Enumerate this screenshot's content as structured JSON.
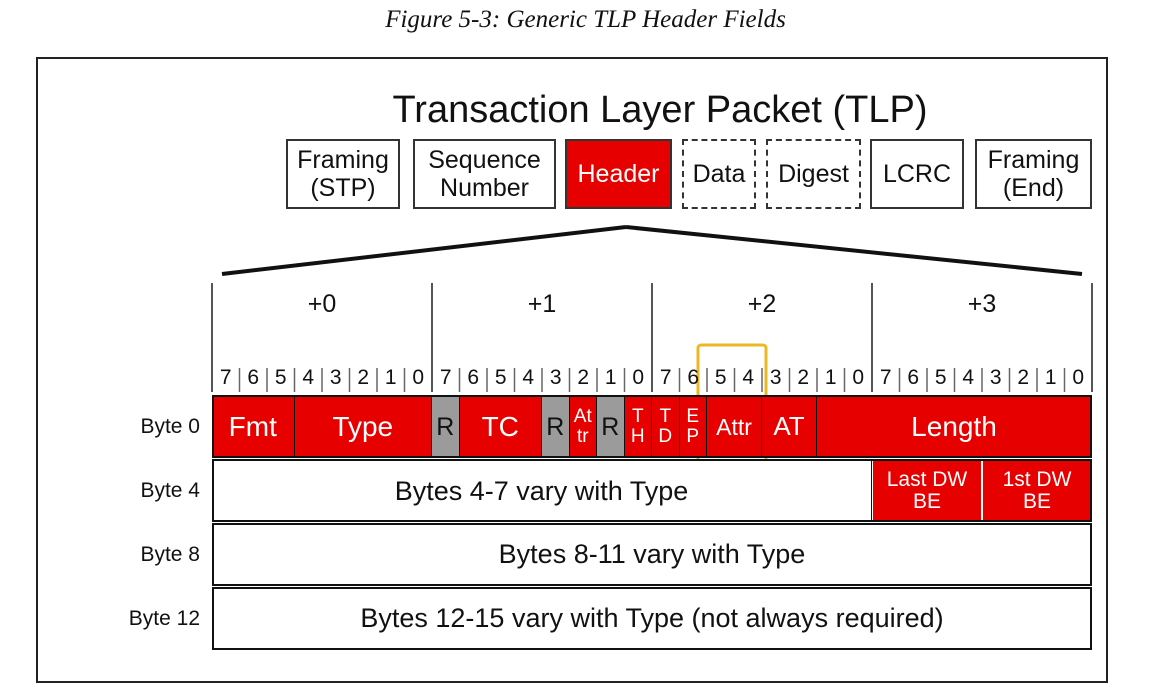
{
  "caption": "Figure 5-3: Generic TLP Header Fields",
  "title": "Transaction Layer Packet (TLP)",
  "packet_segments": [
    {
      "label": "Framing\n(STP)",
      "style": "solid"
    },
    {
      "label": "Sequence\nNumber",
      "style": "solid"
    },
    {
      "label": "Header",
      "style": "highlight"
    },
    {
      "label": "Data",
      "style": "dashed"
    },
    {
      "label": "Digest",
      "style": "dashed"
    },
    {
      "label": "LCRC",
      "style": "solid"
    },
    {
      "label": "Framing\n(End)",
      "style": "solid"
    }
  ],
  "byte_offsets": [
    "+0",
    "+1",
    "+2",
    "+3"
  ],
  "bit_labels": [
    "7",
    "6",
    "5",
    "4",
    "3",
    "2",
    "1",
    "0"
  ],
  "row_labels": [
    "Byte 0",
    "Byte 4",
    "Byte 8",
    "Byte 12"
  ],
  "byte0_fields": [
    {
      "label": "Fmt",
      "bits": 3,
      "color": "red"
    },
    {
      "label": "Type",
      "bits": 5,
      "color": "red"
    },
    {
      "label": "R",
      "bits": 1,
      "color": "gray"
    },
    {
      "label": "TC",
      "bits": 3,
      "color": "red"
    },
    {
      "label": "R",
      "bits": 1,
      "color": "gray"
    },
    {
      "label": "At\ntr",
      "bits": 1,
      "color": "red"
    },
    {
      "label": "R",
      "bits": 1,
      "color": "gray"
    },
    {
      "label": "T\nH",
      "bits": 1,
      "color": "red"
    },
    {
      "label": "T\nD",
      "bits": 1,
      "color": "red"
    },
    {
      "label": "E\nP",
      "bits": 1,
      "color": "red"
    },
    {
      "label": "Attr",
      "bits": 2,
      "color": "red"
    },
    {
      "label": "AT",
      "bits": 2,
      "color": "red"
    },
    {
      "label": "Length",
      "bits": 10,
      "color": "red"
    }
  ],
  "byte4_fields": [
    {
      "label": "Bytes 4-7 vary with Type",
      "bits": 24,
      "color": "white"
    },
    {
      "label": "Last DW\nBE",
      "bits": 4,
      "color": "red"
    },
    {
      "label": "1st DW\nBE",
      "bits": 4,
      "color": "red"
    }
  ],
  "byte8_text": "Bytes 8-11 vary with Type",
  "byte12_text": "Bytes 12-15 vary with Type (not always required)",
  "highlight_color": "#e8b923",
  "red_color": "#e60000",
  "gray_color": "#9b9b9b"
}
